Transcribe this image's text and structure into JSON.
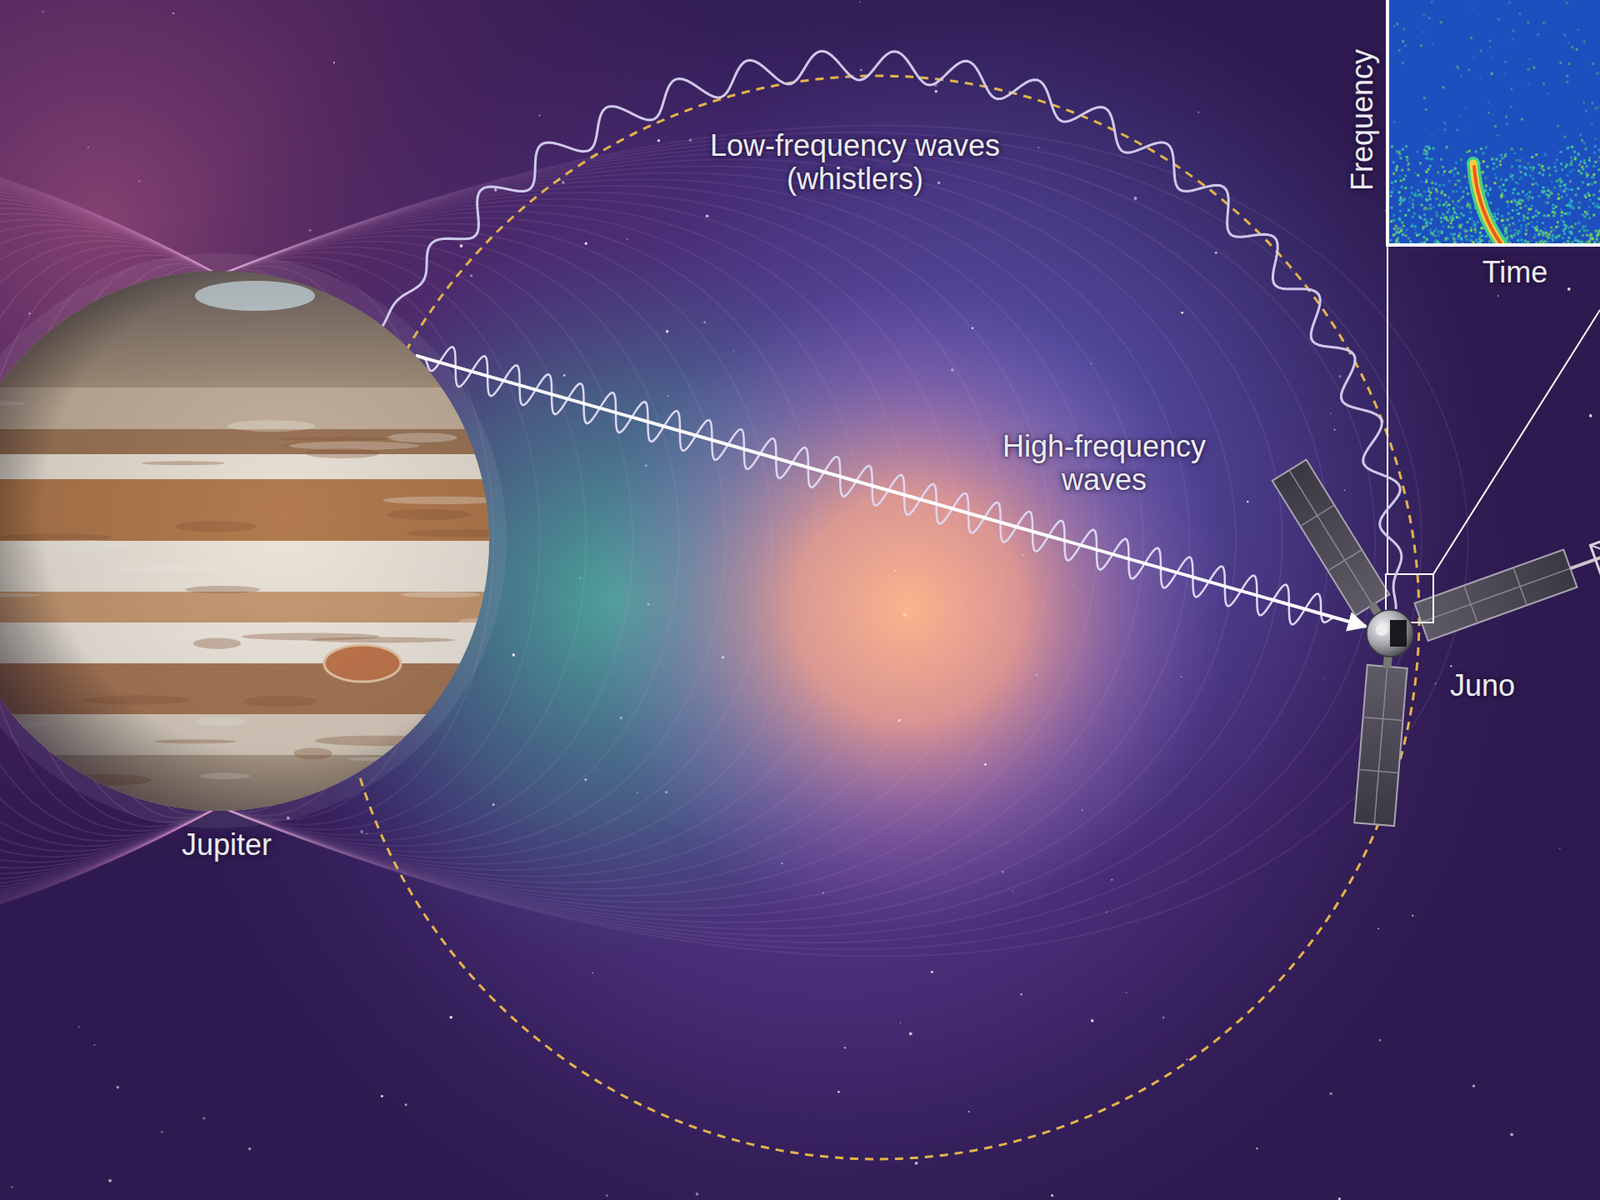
{
  "diagram": {
    "nodes": [
      {
        "text": [
          "Jupiter"
        ]
      },
      {
        "text": [
          "Juno"
        ]
      }
    ],
    "edges": [
      {
        "from": 0,
        "to": 1,
        "arrow": "to",
        "label": "High-frequency waves"
      },
      {
        "from": 0,
        "to": 1,
        "arrow": "none",
        "label": "Low-frequency waves (whistlers)"
      }
    ],
    "labels": [
      "Frequency",
      "Time"
    ]
  }
}
